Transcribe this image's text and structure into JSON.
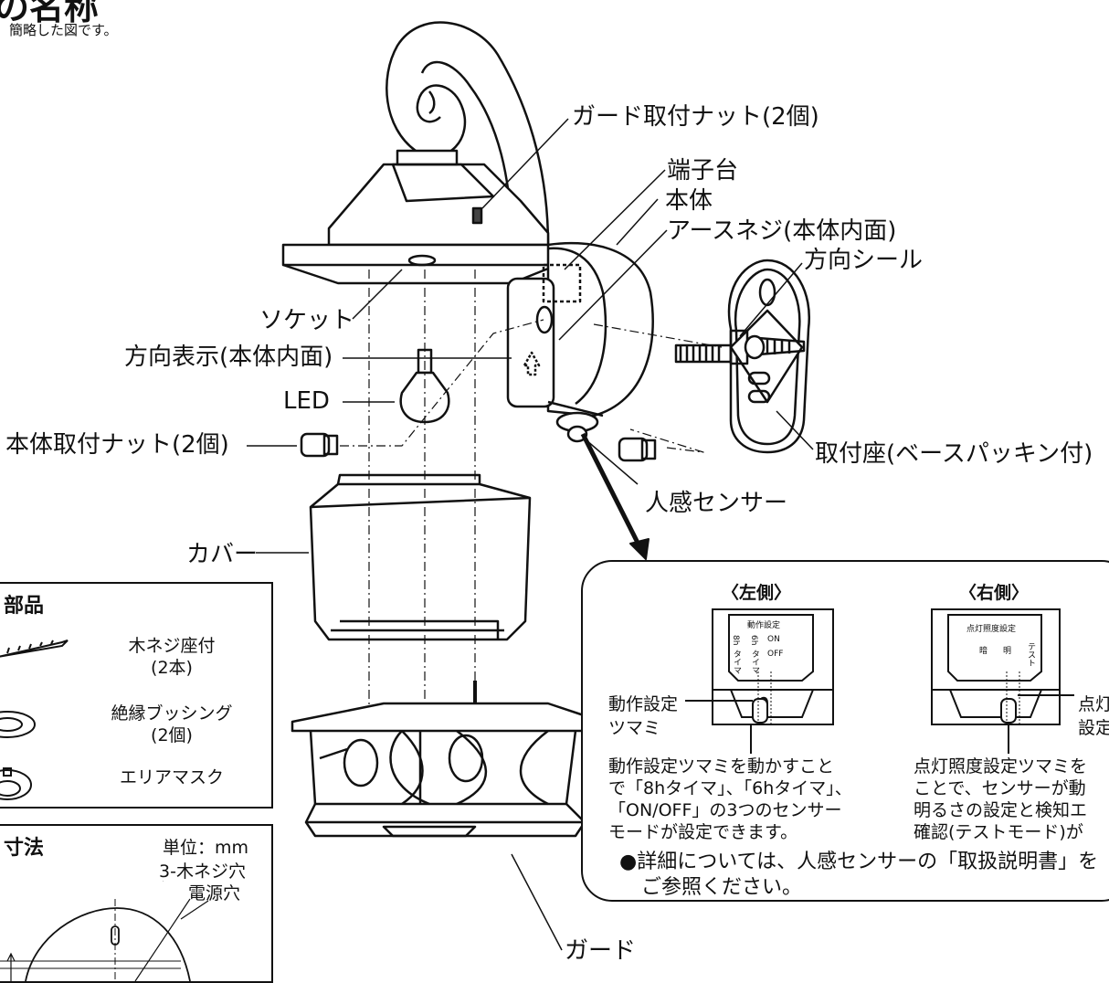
{
  "page": {
    "title_fragment": "の名称",
    "subtitle": "簡略した図です。"
  },
  "labels": {
    "guard_nut": "ガード取付ナット(2個)",
    "terminal_block": "端子台",
    "main_body": "本体",
    "earth_screw": "アースネジ(本体内面)",
    "direction_seal": "方向シール",
    "socket": "ソケット",
    "direction_mark": "方向表示(本体内面)",
    "led": "LED",
    "body_nut": "本体取付ナット(2個)",
    "mount_base": "取付座(ベースパッキン付)",
    "sensor": "人感センサー",
    "cover": "カバー",
    "guard": "ガード"
  },
  "accessories": {
    "title_fragment": "部品",
    "items": [
      {
        "name": "木ネジ座付",
        "qty": "(2本)"
      },
      {
        "name": "絶縁ブッシング",
        "qty": "(2個)"
      },
      {
        "name": "エリアマスク",
        "qty": ""
      }
    ]
  },
  "dimensions": {
    "title_fragment": "寸法",
    "unit": "単位：mm",
    "screw_holes": "3-木ネジ穴",
    "power_hole": "電源穴"
  },
  "callout": {
    "left_heading": "〈左側〉",
    "right_heading": "〈右側〉",
    "left_panel": {
      "plate_title": "動作設定",
      "opt1": "8h",
      "opt1_sub": "タイマ",
      "opt2": "6h",
      "opt2_sub": "タイマ",
      "opt3": "ON",
      "opt3_sub": "OFF",
      "knob_label_1": "動作設定",
      "knob_label_2": "ツマミ"
    },
    "right_panel": {
      "plate_title": "点灯照度設定",
      "opt1": "暗",
      "opt2": "明",
      "opt3": "テスト",
      "knob_label_1": "点灯",
      "knob_label_2": "設定"
    },
    "left_desc": [
      "動作設定ツマミを動かすこと",
      "で「8hタイマ」、「6hタイマ」、",
      "「ON/OFF」の3つのセンサー",
      "モードが設定できます。"
    ],
    "right_desc": [
      "点灯照度設定ツマミを",
      "ことで、センサーが動",
      "明るさの設定と検知エ",
      "確認(テストモード)が"
    ],
    "note_1": "●詳細については、人感センサーの「取扱説明書」を",
    "note_2": "ご参照ください。"
  }
}
